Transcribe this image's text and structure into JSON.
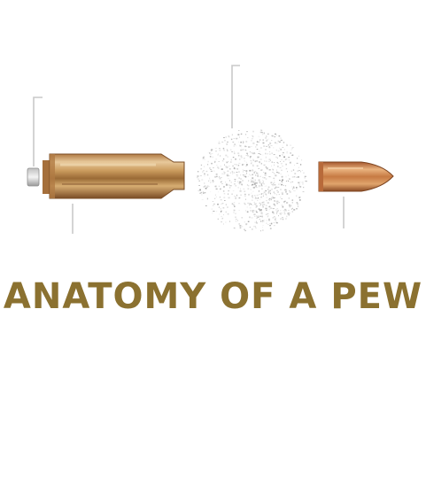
{
  "headline": {
    "text": "ANATOMY OF A PEW",
    "color": "#8b7130"
  },
  "illustration": {
    "parts": [
      {
        "name": "primer",
        "icon": "primer-cap-icon"
      },
      {
        "name": "cartridge-case",
        "icon": "brass-casing-icon"
      },
      {
        "name": "gunpowder",
        "icon": "powder-pile-icon"
      },
      {
        "name": "bullet",
        "icon": "bullet-tip-icon"
      }
    ],
    "colors": {
      "brass_light": "#e6c58a",
      "brass_mid": "#c8954f",
      "brass_dark": "#8a5a2e",
      "copper": "#c27447",
      "powder": "#b9b9b9",
      "leader_line": "#c9c9c9"
    }
  }
}
